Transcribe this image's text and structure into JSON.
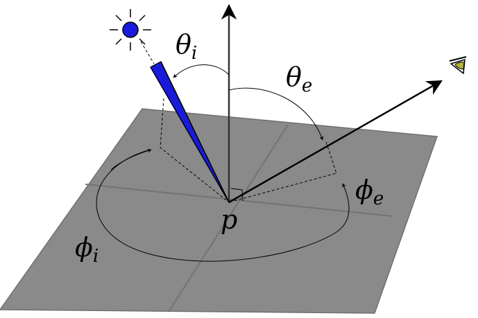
{
  "labels": {
    "theta_i": {
      "symbol": "θ",
      "subscript": "i"
    },
    "theta_e": {
      "symbol": "θ",
      "subscript": "e"
    },
    "phi_i": {
      "symbol": "ϕ",
      "subscript": "i"
    },
    "phi_e": {
      "symbol": "ϕ",
      "subscript": "e"
    },
    "point": "p"
  },
  "colors": {
    "plane": "#8a8a8a",
    "plane_edge": "#6f6f6f",
    "grid": "#737373",
    "ray": "#1a1adc",
    "sun": "#1a1adc",
    "eye": "#b8b23a",
    "ink": "#000000"
  },
  "icons": {
    "light_source": "sun-icon",
    "viewer": "eye-icon"
  }
}
